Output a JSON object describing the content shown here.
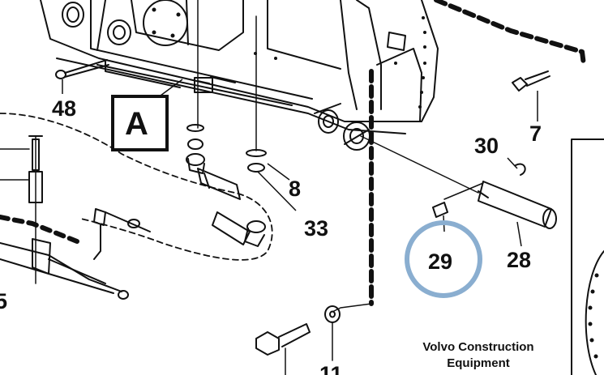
{
  "callouts": {
    "c48": "48",
    "cA": "A",
    "c8": "8",
    "c33": "33",
    "c7": "7",
    "c30": "30",
    "c29": "29",
    "c28": "28",
    "c11": "11",
    "c5": "5"
  },
  "highlight": {
    "target": "29",
    "color": "#8aaed0"
  },
  "credit": {
    "line1": "Volvo Construction",
    "line2": "Equipment"
  }
}
